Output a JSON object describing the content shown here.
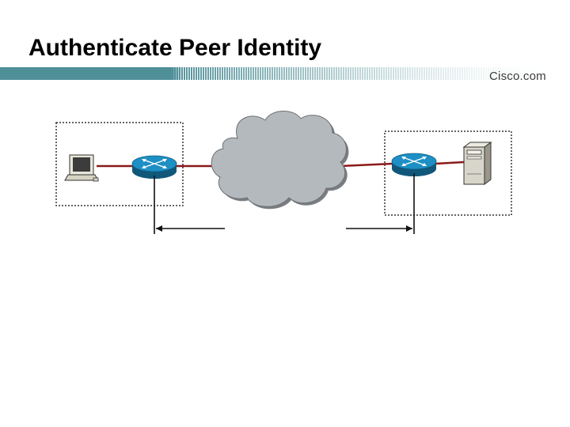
{
  "slide": {
    "title": "Authenticate Peer Identity",
    "brand": "Cisco.com"
  },
  "colors": {
    "header_bar": "#4f8f98",
    "link": "#8b1a1a",
    "router": "#1d8fc4",
    "cloud": "#b4b9bd",
    "box_border": "#333333"
  },
  "diagram": {
    "nodes": [
      {
        "name": "pc-icon",
        "type": "workstation"
      },
      {
        "name": "router-left-icon",
        "type": "router"
      },
      {
        "name": "internet-cloud",
        "type": "cloud"
      },
      {
        "name": "router-right-icon",
        "type": "router"
      },
      {
        "name": "server-icon",
        "type": "server"
      }
    ],
    "groups": [
      "left-site-box",
      "right-site-box"
    ],
    "connections": [
      [
        "pc-icon",
        "router-left-icon"
      ],
      [
        "router-left-icon",
        "internet-cloud"
      ],
      [
        "internet-cloud",
        "router-right-icon"
      ],
      [
        "router-right-icon",
        "server-icon"
      ]
    ],
    "indicators": [
      "peer-arrow-left",
      "peer-arrow-right"
    ]
  }
}
